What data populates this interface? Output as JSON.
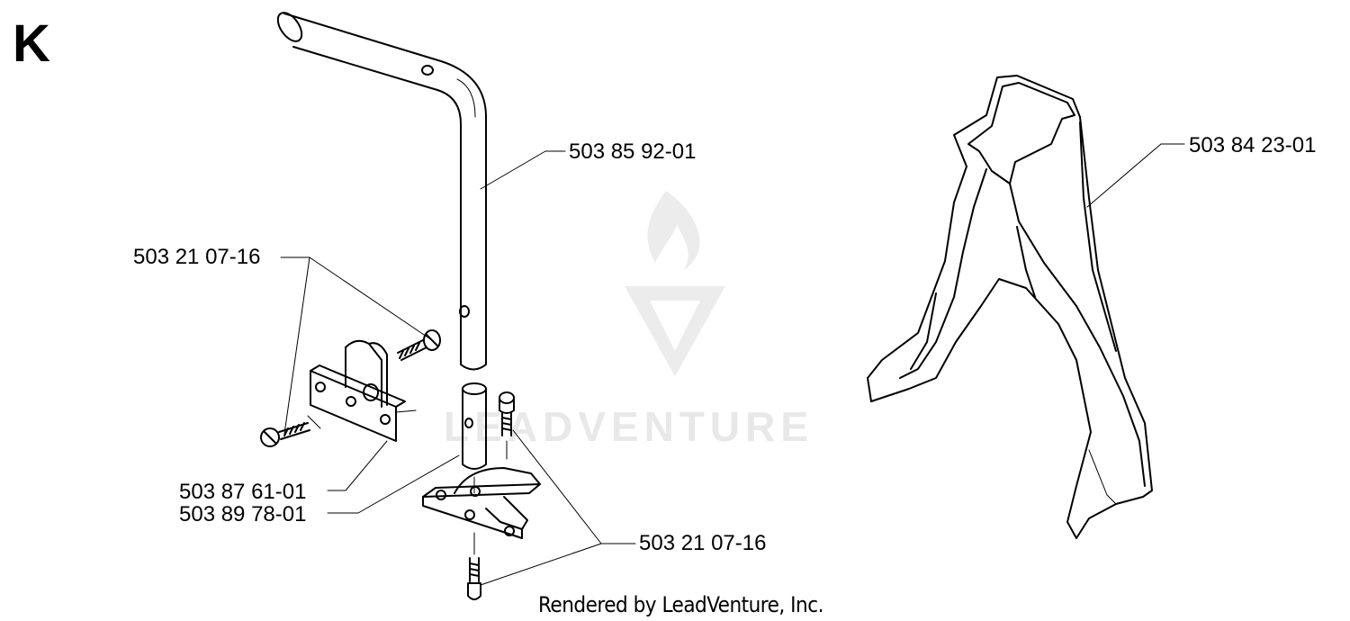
{
  "diagram": {
    "section_letter": "K",
    "parts": {
      "handle_tube": "503 85 92-01",
      "screw_upper_left": "503 21 07-16",
      "bracket_left": "503 87 61-01",
      "pivot_base": "503 89 78-01",
      "screw_lower_right": "503 21 07-16",
      "shield": "503 84 23-01"
    },
    "watermark_text": "LEADVENTURE",
    "footer": "Rendered by LeadVenture, Inc."
  },
  "colors": {
    "line": "#000000",
    "watermark": "#e8e8e8",
    "background": "#ffffff"
  }
}
